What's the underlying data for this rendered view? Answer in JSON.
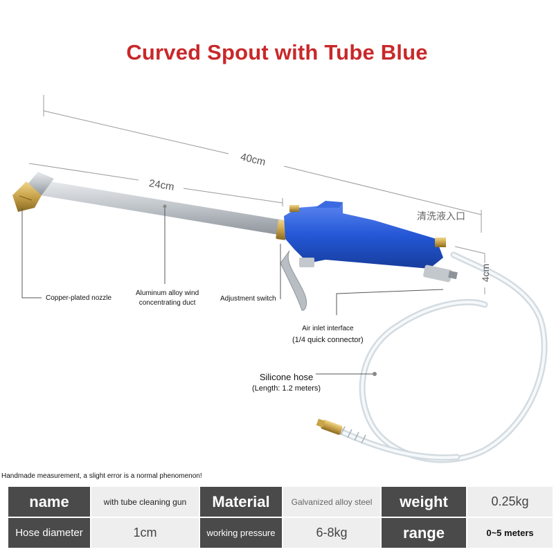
{
  "title": "Curved Spout with Tube Blue",
  "dimensions": {
    "total_length": "40cm",
    "tube_length": "24cm",
    "side_length": "4cm"
  },
  "labels": {
    "nozzle": "Copper-plated nozzle",
    "duct_line1": "Aluminum alloy wind",
    "duct_line2": "concentrating duct",
    "switch": "Adjustment switch",
    "cleaning_inlet": "清洗液入口",
    "air_inlet_line1": "Air inlet interface",
    "air_inlet_line2": "(1/4 quick connector)",
    "hose_line1": "Silicone hose",
    "hose_line2": "(Length: 1.2 meters)"
  },
  "colors": {
    "title": "#c8282a",
    "gun_body": "#2457d6",
    "brass": "#c8a24a",
    "tube": "#b9bec4",
    "table_key_bg": "#4a4a4a",
    "table_value_bg": "#eeeeee"
  },
  "note": "Handmade measurement, a slight error is a normal phenomenon!",
  "specs": {
    "rows": [
      [
        {
          "key": "name",
          "value": "with tube cleaning gun"
        },
        {
          "key": "Material",
          "value": "Galvanized alloy steel"
        },
        {
          "key": "weight",
          "value": "0.25kg"
        }
      ],
      [
        {
          "key": "Hose diameter",
          "value": "1cm"
        },
        {
          "key": "working pressure",
          "value": "6-8kg"
        },
        {
          "key": "range",
          "value": "0~5 meters"
        }
      ]
    ]
  }
}
